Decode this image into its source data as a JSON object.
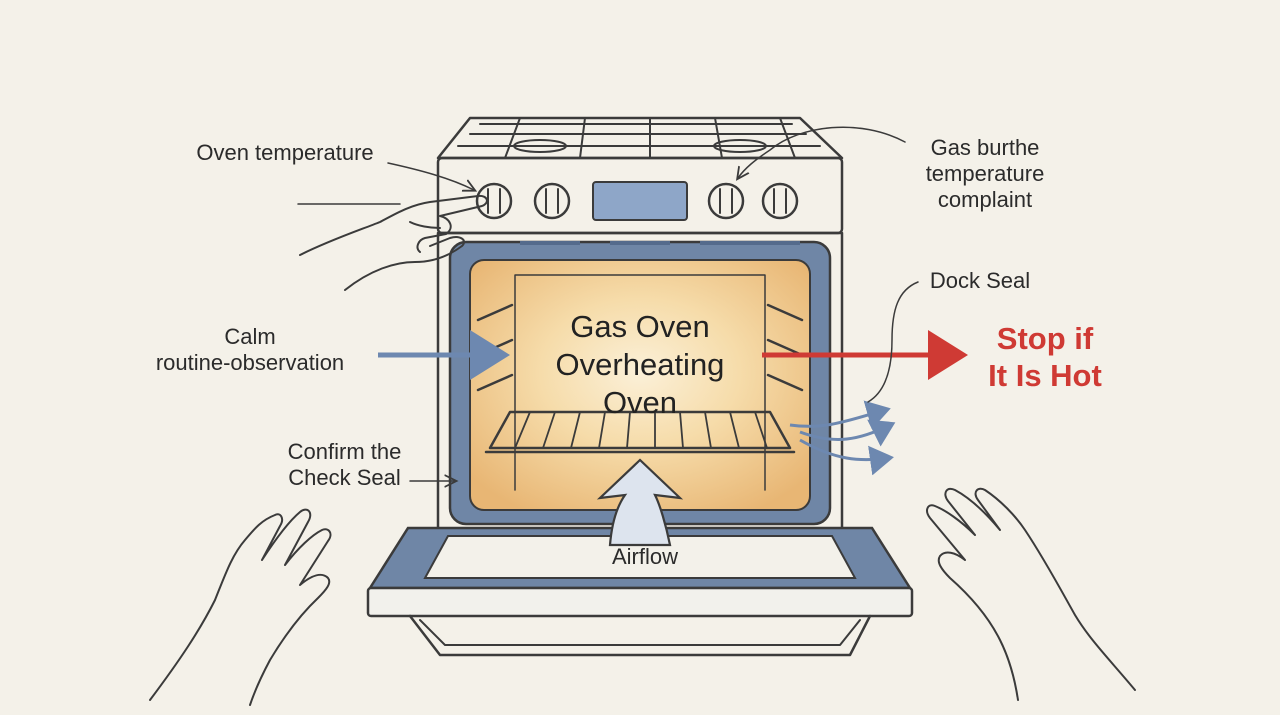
{
  "title": {
    "line1": "Gas Oven",
    "line2": "Overheating",
    "line3": "Oven"
  },
  "labels": {
    "oven_temperature": "Oven temperature",
    "gas_burner_line1": "Gas burthe",
    "gas_burner_line2": "temperature",
    "gas_burner_line3": "complaint",
    "dock_seal": "Dock Seal",
    "calm_line1": "Calm",
    "calm_line2": "routine-observation",
    "confirm_line1": "Confirm the",
    "confirm_line2": "Check Seal",
    "airflow": "Airflow"
  },
  "warning": {
    "line1": "Stop if",
    "line2": "It Is Hot"
  },
  "colors": {
    "background": "#f4f1e9",
    "oven_frame_blue": "#6f86a6",
    "interior_glow": "#f1c98a",
    "warning_red": "#cf3a34",
    "arrow_blue": "#6d88b0",
    "display_blue": "#8ea6c8"
  },
  "icons": {
    "hand_left_top": "pointing-hand-icon",
    "hand_bottom_left": "open-hand-icon",
    "hand_bottom_right": "open-hand-icon"
  }
}
